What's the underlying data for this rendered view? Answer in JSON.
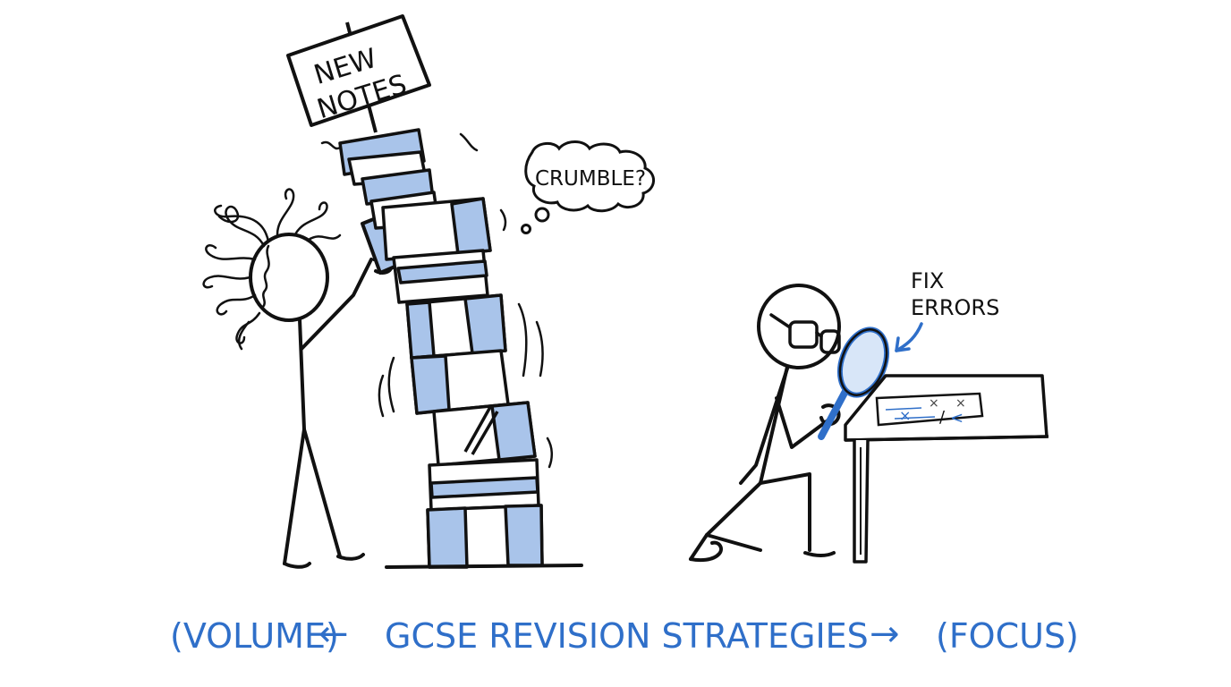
{
  "sign": {
    "line1": "NEW",
    "line2": "NOTES"
  },
  "thought": {
    "text": "CRUMBLE?"
  },
  "annotation": {
    "line1": "FIX",
    "line2": "ERRORS"
  },
  "paper_marks": [
    "×",
    "×",
    "×",
    "/",
    "<"
  ],
  "caption": {
    "left": "(VOLUME)",
    "left_arrow": "←",
    "title": "GCSE REVISION STRATEGIES",
    "right_arrow": "→",
    "right": "(FOCUS)"
  },
  "colors": {
    "ink": "#111111",
    "accent": "#2f6fc9",
    "fill": "#a9c4ea",
    "paper": "#ffffff"
  }
}
